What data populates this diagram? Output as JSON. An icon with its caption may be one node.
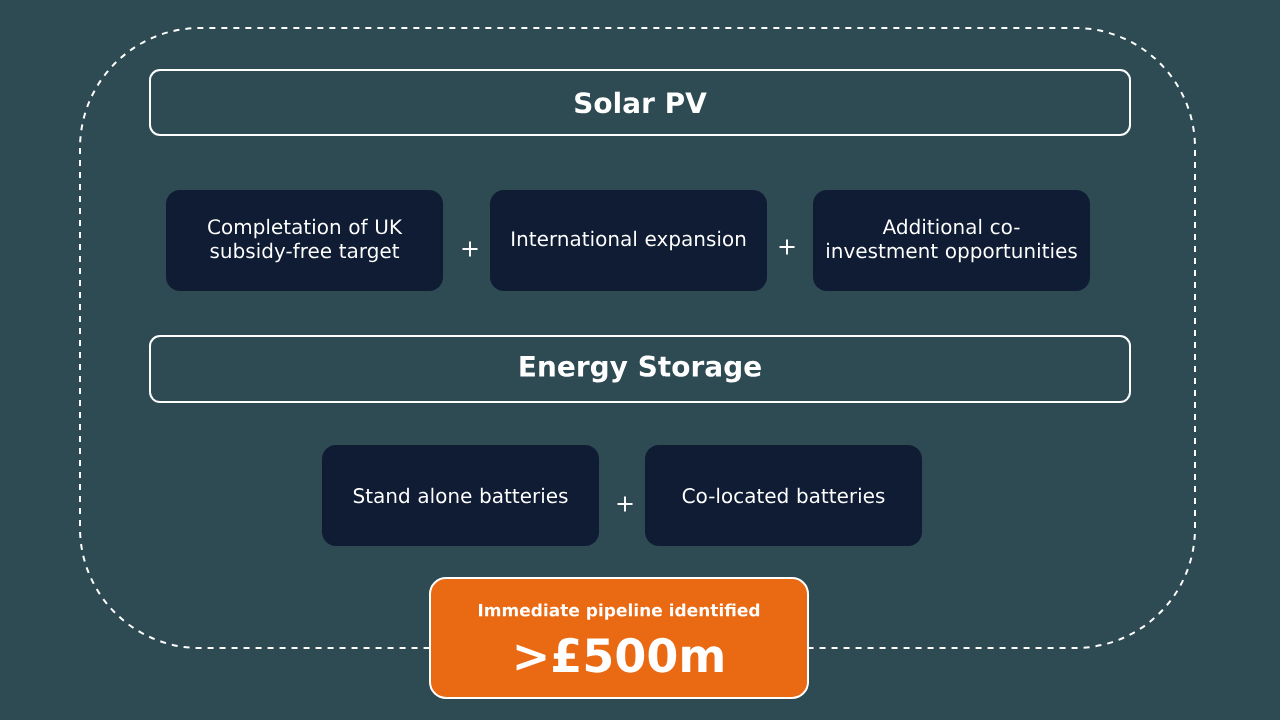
{
  "diagram": {
    "nodes": [
      {
        "text": [
          "Solar PV"
        ]
      },
      {
        "text": [
          "Completation of UK subsidy-free target"
        ]
      },
      {
        "text": [
          "International expansion"
        ]
      },
      {
        "text": [
          "Additional co-investment opportunities"
        ]
      },
      {
        "text": [
          "Energy Storage"
        ]
      },
      {
        "text": [
          "Stand alone batteries"
        ]
      },
      {
        "text": [
          "Co-located batteries"
        ]
      },
      {
        "text": [
          "Immediate pipeline identified",
          ">£500m"
        ]
      }
    ],
    "labels": [
      "+",
      "+",
      "+"
    ]
  }
}
